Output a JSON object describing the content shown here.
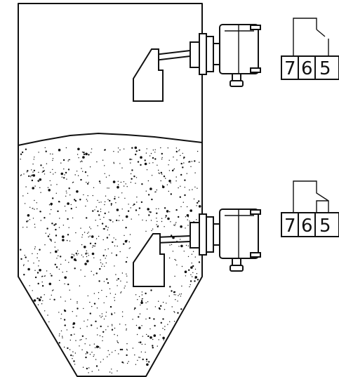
{
  "diagram": {
    "upper_terminal_block": {
      "terminals": [
        "7",
        "6",
        "5"
      ],
      "contact_state": "open"
    },
    "lower_terminal_block": {
      "terminals": [
        "7",
        "6",
        "5"
      ],
      "contact_state": "closed"
    }
  }
}
